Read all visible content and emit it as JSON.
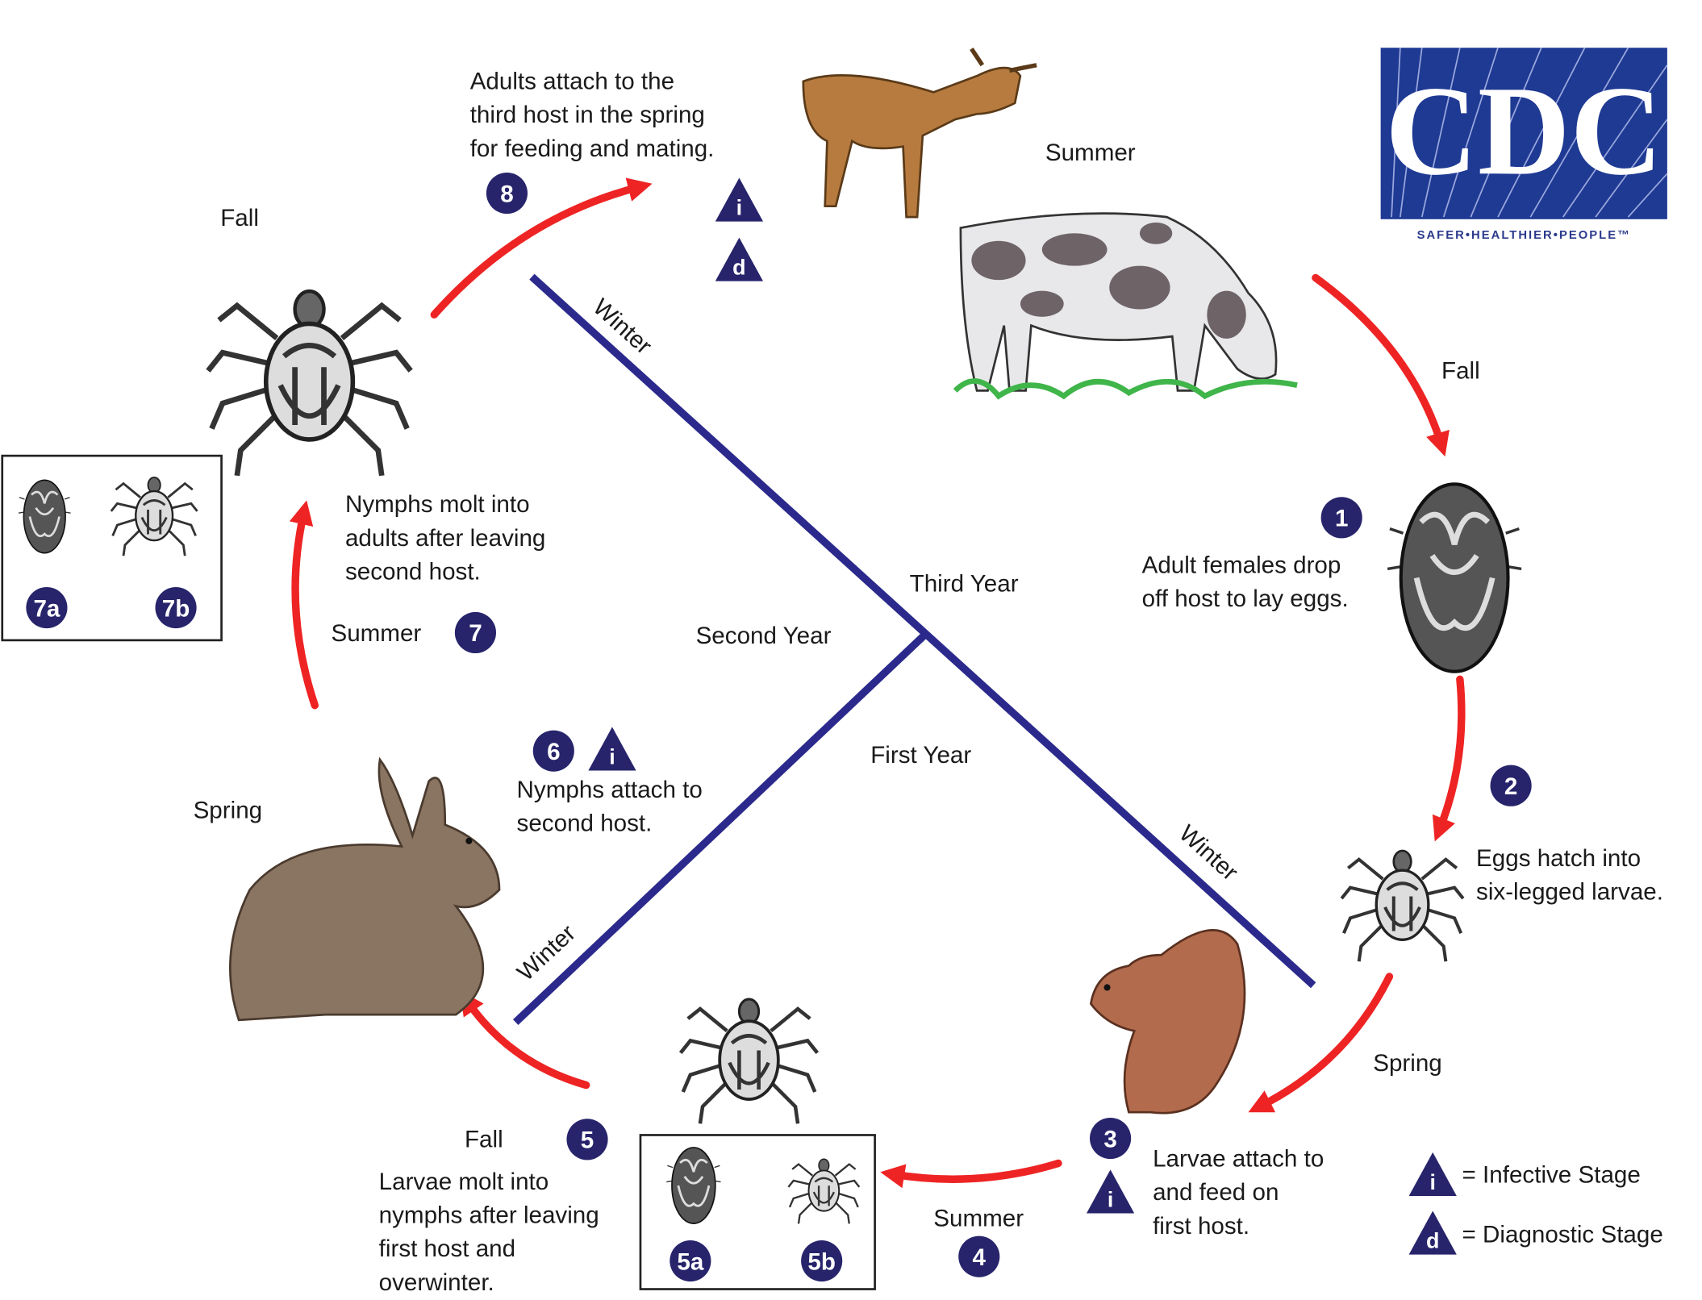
{
  "logo": {
    "text": "CDC",
    "tagline": "SAFER•HEALTHIER•PEOPLE™"
  },
  "colors": {
    "navy": "#27246b",
    "arrow": "#ee2424",
    "line": "#2b2a8c",
    "logo_bg": "#1f3a93"
  },
  "steps": {
    "s1": {
      "num": "1",
      "lines": [
        "Adult females drop",
        "off host to lay eggs."
      ]
    },
    "s2": {
      "num": "2",
      "lines": [
        "Eggs hatch into",
        "six-legged larvae."
      ]
    },
    "s3": {
      "num": "3",
      "lines": [
        "Larvae attach to",
        "and feed on",
        "first host."
      ]
    },
    "s4": {
      "num": "4"
    },
    "s5": {
      "num": "5",
      "lines": [
        "Larvae molt into",
        "nymphs after leaving",
        "first host and",
        "overwinter."
      ]
    },
    "s5a": {
      "num": "5a"
    },
    "s5b": {
      "num": "5b"
    },
    "s6": {
      "num": "6",
      "lines": [
        "Nymphs attach to",
        "second host."
      ]
    },
    "s7": {
      "num": "7",
      "lines": [
        "Nymphs molt into",
        "adults after leaving",
        "second host."
      ]
    },
    "s7a": {
      "num": "7a"
    },
    "s7b": {
      "num": "7b"
    },
    "s8": {
      "num": "8",
      "lines": [
        "Adults attach to the",
        "third host in the spring",
        "for feeding and mating."
      ]
    }
  },
  "seasons": {
    "summer_top": "Summer",
    "fall_topleft": "Fall",
    "fall_right": "Fall",
    "spring_right": "Spring",
    "summer_bottom": "Summer",
    "fall_bottom": "Fall",
    "spring_left": "Spring",
    "summer_left": "Summer",
    "winter_a": "Winter",
    "winter_b": "Winter",
    "winter_c": "Winter"
  },
  "years": {
    "first": "First Year",
    "second": "Second Year",
    "third": "Third Year"
  },
  "markers": {
    "infective": "i",
    "diagnostic": "d"
  },
  "legend": {
    "infective": "= Infective Stage",
    "diagnostic": "= Diagnostic Stage"
  }
}
